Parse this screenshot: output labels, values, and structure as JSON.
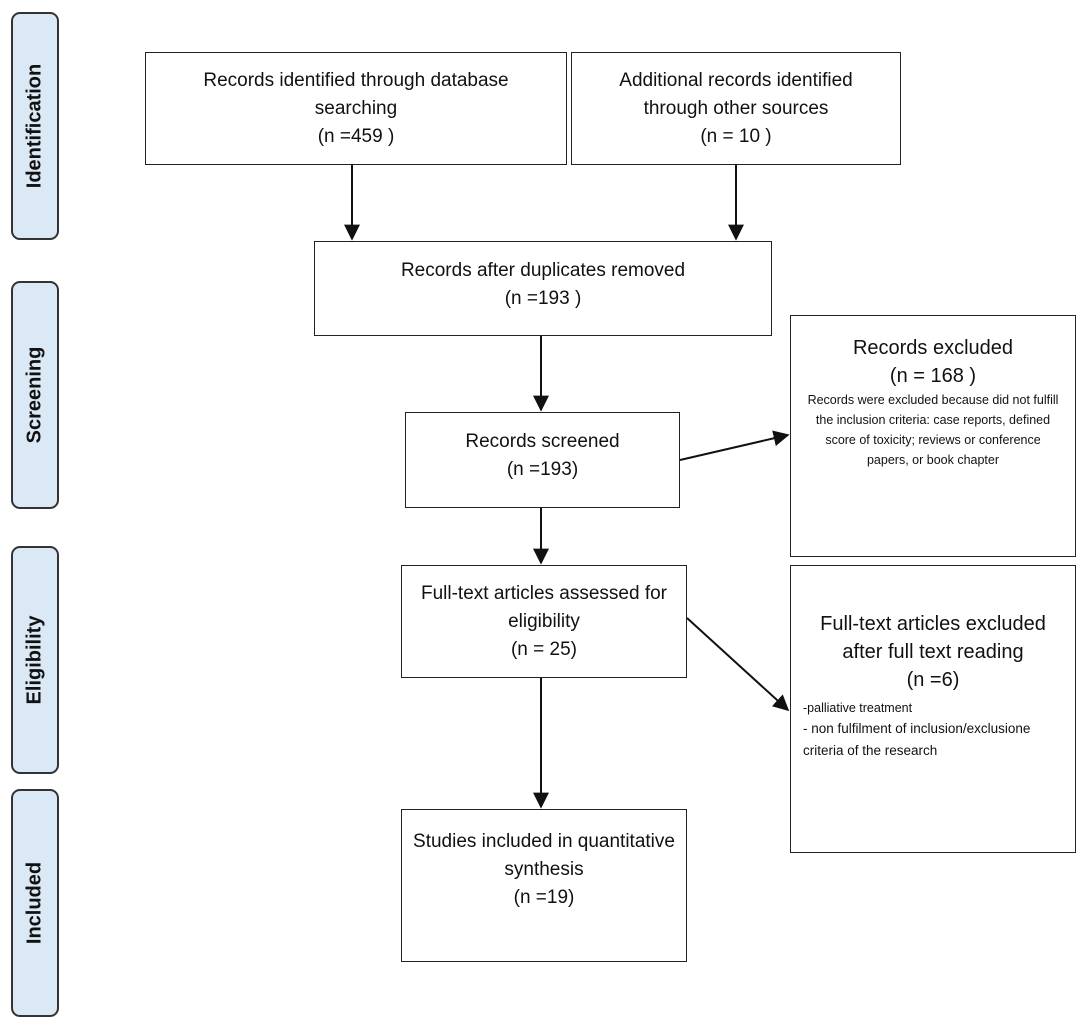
{
  "phases": {
    "identification": "Identification",
    "screening": "Screening",
    "eligibility": "Eligibility",
    "included": "Included"
  },
  "boxes": {
    "database": {
      "title": "Records identified through database searching",
      "count": "(n =459 )"
    },
    "other_sources": {
      "title": "Additional records identified through other sources",
      "count": "(n = 10 )"
    },
    "duplicates_removed": {
      "title": "Records after duplicates removed",
      "count": "(n =193 )"
    },
    "screened": {
      "title": "Records screened",
      "count": "(n =193)"
    },
    "excluded": {
      "title": "Records excluded",
      "count": "(n = 168 )",
      "note": "Records were excluded because did not fulfill the inclusion criteria:  case reports, defined score of toxicity; reviews or conference papers, or book chapter"
    },
    "full_text": {
      "title": "Full-text articles assessed for eligibility",
      "count": "(n = 25)"
    },
    "full_text_excluded": {
      "title": "Full-text articles excluded after full text reading",
      "count": "(n =6)",
      "reason_1": "-palliative treatment",
      "reason_2": "- non fulfilment of inclusion/exclusione criteria of the research"
    },
    "included": {
      "title": "Studies included in quantitative synthesis",
      "count": "(n =19)"
    }
  }
}
